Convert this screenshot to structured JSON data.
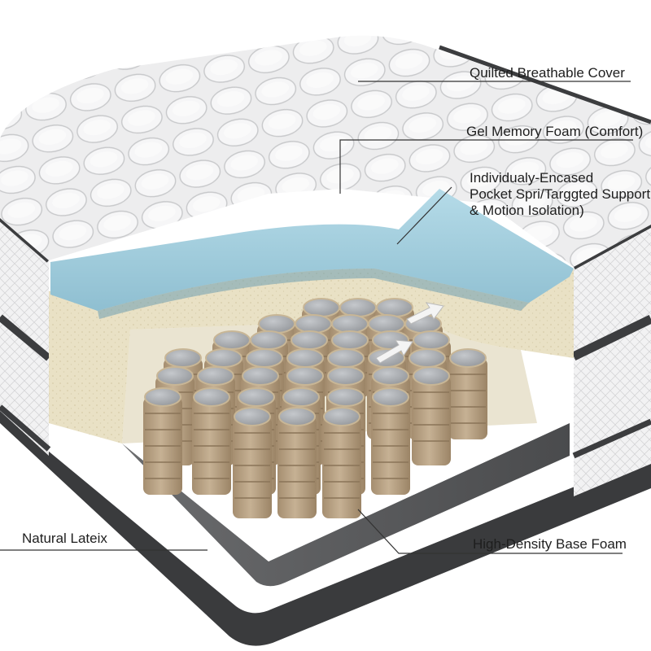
{
  "diagram": {
    "labels": {
      "cover": "Quilted Breathable Cover",
      "gel_foam": "Gel Memory Foam (Comfort)",
      "springs": "Individualy-Encased\nPocket Spri/Targgted Support\n& Motion Isolation)",
      "latex": "Natural Lateix",
      "base": "High-Density Base Foam"
    },
    "colors": {
      "cover": "#ecedee",
      "border_piping": "#3c3d3f",
      "gel_foam": "#9ec9d8",
      "latex": "#e8e0c4",
      "spring_pocket": "#b8a184",
      "spring_cap": "#9c9fa3",
      "base_foam": "#58595b",
      "leader_line": "#333333"
    }
  }
}
